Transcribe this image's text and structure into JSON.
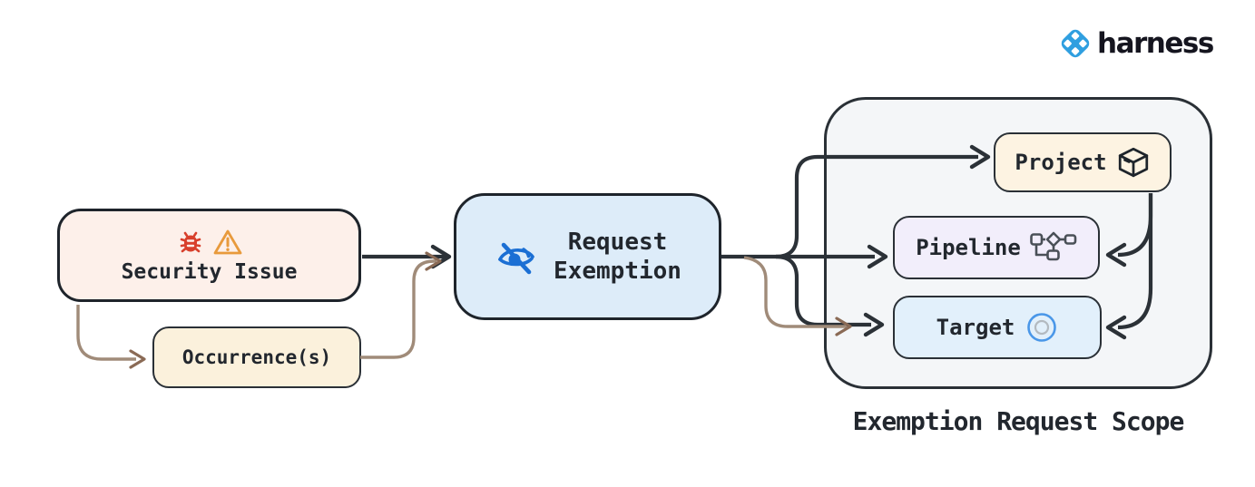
{
  "logo": {
    "brand": "harness",
    "icon": "harness-logo-icon",
    "color": "#2f9fe0"
  },
  "nodes": {
    "security_issue": {
      "label": "Security Issue",
      "icons": [
        "bug-icon",
        "warning-icon"
      ],
      "bg": "#fdf0ea"
    },
    "occurrences": {
      "label": "Occurrence(s)",
      "bg": "#fbf1dc"
    },
    "request_exemption": {
      "label_line1": "Request",
      "label_line2": "Exemption",
      "icon": "eye-off-icon",
      "bg": "#ddecf9"
    },
    "project": {
      "label": "Project",
      "icon": "package-icon",
      "bg": "#fdf3e2"
    },
    "pipeline": {
      "label": "Pipeline",
      "icon": "pipeline-icon",
      "bg": "#f2eefb"
    },
    "target": {
      "label": "Target",
      "icon": "target-icon",
      "bg": "#e2f0fb"
    }
  },
  "scope": {
    "caption": "Exemption Request Scope",
    "bg": "#f4f6f8"
  },
  "edges": [
    {
      "from": "security_issue",
      "to": "request_exemption",
      "color": "dark"
    },
    {
      "from": "security_issue",
      "to": "occurrences",
      "color": "brown"
    },
    {
      "from": "occurrences",
      "to": "request_exemption",
      "color": "brown"
    },
    {
      "from": "request_exemption",
      "to": "project",
      "color": "dark"
    },
    {
      "from": "request_exemption",
      "to": "pipeline",
      "color": "dark"
    },
    {
      "from": "request_exemption",
      "to": "target",
      "color": "dark"
    },
    {
      "from": "occurrences",
      "to": "target",
      "color": "brown"
    },
    {
      "from": "project",
      "to": "pipeline",
      "color": "dark"
    },
    {
      "from": "project",
      "to": "target",
      "color": "dark"
    }
  ],
  "colors": {
    "stroke_dark": "#2b3137",
    "stroke_brown": "#a08b79",
    "arrowhead_brown": "#8a6a55",
    "harness_blue": "#2f9fe0",
    "bug_red": "#d8402c",
    "warning_orange": "#e89a3c",
    "eye_blue": "#1b6fd4",
    "target_ring_blue": "#4a97e8",
    "target_ring_gray": "#b3bac0"
  }
}
